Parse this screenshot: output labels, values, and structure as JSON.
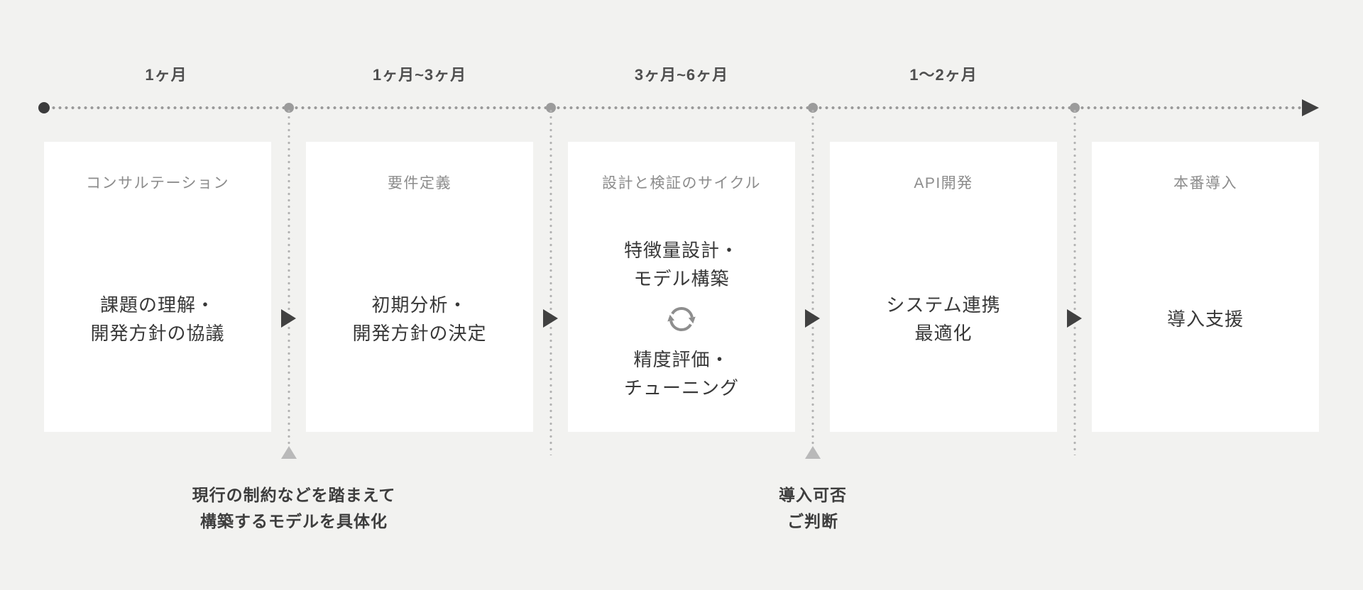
{
  "colors": {
    "background": "#f2f2f0",
    "card": "#ffffff",
    "card_title": "#8c8c8c",
    "body_text": "#383838",
    "duration_text": "#4f4f4f",
    "timeline_dot": "#9b9b9b",
    "timeline_start_dot": "#3c3c3c",
    "arrow": "#414141",
    "annotation_marker": "#b9b9b9",
    "cycle_icon": "#8e8e8e"
  },
  "timeline": {
    "durations": [
      {
        "label": "1ヶ月"
      },
      {
        "label": "1ヶ月~3ヶ月"
      },
      {
        "label": "3ヶ月~6ヶ月"
      },
      {
        "label": "1〜2ヶ月"
      }
    ]
  },
  "stages": [
    {
      "title": "コンサルテーション",
      "body": "課題の理解・\n開発方針の協議"
    },
    {
      "title": "要件定義",
      "body": "初期分析・\n開発方針の決定"
    },
    {
      "title": "設計と検証のサイクル",
      "cycle_top": "特徴量設計・\nモデル構築",
      "cycle_bottom": "精度評価・\nチューニング"
    },
    {
      "title": "API開発",
      "body": "システム連携\n最適化"
    },
    {
      "title": "本番導入",
      "body": "導入支援"
    }
  ],
  "annotations": [
    {
      "text": "現行の制約などを踏まえて\n構築するモデルを具体化"
    },
    {
      "text": "導入可否\nご判断"
    }
  ]
}
